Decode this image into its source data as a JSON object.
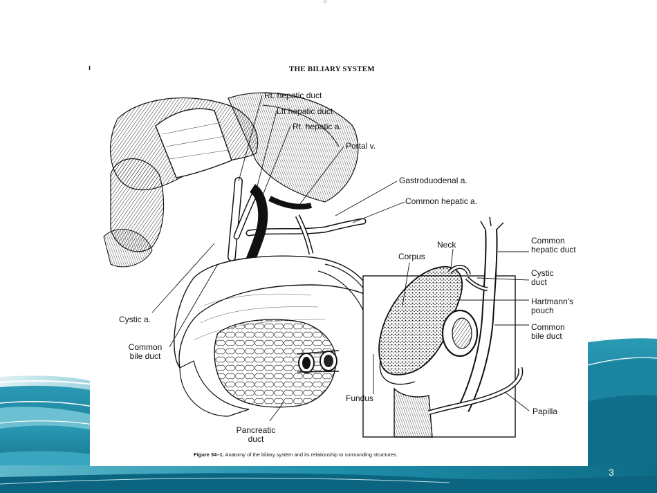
{
  "slide": {
    "page_number": "3",
    "top_mark": "○",
    "corner_mark": "ı"
  },
  "figure": {
    "header": "THE BILIARY SYSTEM",
    "caption_bold": "Figure 34–1.",
    "caption_text": "Anatomy of the biliary system and its relationship to surrounding structures.",
    "labels": {
      "rt_hepatic_duct": "Rt. hepatic duct",
      "lft_hepatic_duct": "Lft  hepatic duct",
      "rt_hepatic_a": "Rt. hepatic a.",
      "portal_v": "Portal v.",
      "gastroduodenal_a": "Gastroduodenal a.",
      "common_hepatic_a": "Common hepatic a.",
      "cystic_a": "Cystic a.",
      "common_bile_duct_line1": "Common",
      "common_bile_duct_line2": "bile duct",
      "pancreatic_duct_line1": "Pancreatic",
      "pancreatic_duct_line2": "duct",
      "fundus": "Fundus",
      "corpus": "Corpus",
      "neck": "Neck",
      "inset_common_hepatic_duct_line1": "Common",
      "inset_common_hepatic_duct_line2": "hepatic duct",
      "cystic_duct_line1": "Cystic",
      "cystic_duct_line2": "duct",
      "hartmanns_pouch_line1": "Hartmann's",
      "hartmanns_pouch_line2": "pouch",
      "inset_common_bile_duct_line1": "Common",
      "inset_common_bile_duct_line2": "bile duct",
      "papilla": "Papilla"
    }
  },
  "colors": {
    "wave_dark": "#0e6c86",
    "wave_mid": "#2a9ab5",
    "wave_light": "#bfe3ea",
    "ink": "#111111",
    "paper": "#ffffff"
  }
}
